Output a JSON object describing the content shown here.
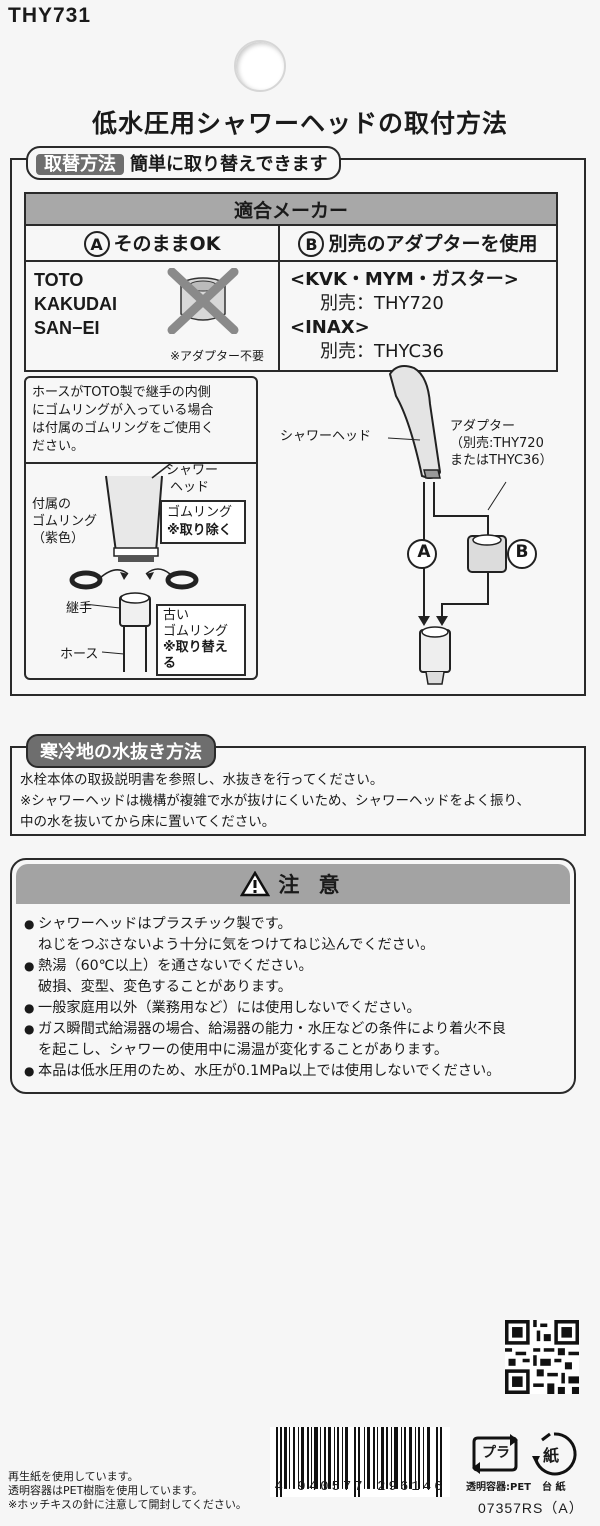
{
  "model": "THY731",
  "main_title": "低水圧用シャワーヘッドの取付方法",
  "section1": {
    "tab_label": "取替方法",
    "tab_sub": "簡単に取り替えできます",
    "maker_table": {
      "header": "適合メーカー",
      "col_a_letter": "A",
      "col_a_label": "そのままOK",
      "col_b_letter": "B",
      "col_b_label": "別売のアダプターを使用",
      "a_makers": [
        "TOTO",
        "KAKUDAI",
        "SAN−EI"
      ],
      "a_note": "※アダプター不要",
      "b_group1": "<KVK・MYM・ガスター>",
      "b_group1_sub": "別売：THY720",
      "b_group2": "<INAX>",
      "b_group2_sub": "別売：THYC36"
    },
    "left_diagram": {
      "note": "ホースがTOTO製で継手の内側にゴムリングが入っている場合は付属のゴムリングをご使用ください。",
      "note_lines": [
        "ホースがTOTO製で継手の内側",
        "にゴムリングが入っている場合",
        "は付属のゴムリングをご使用く",
        "ださい。"
      ],
      "shower_head_label_1": "シャワー",
      "shower_head_label_2": "ヘッド",
      "remove_callout_1": "ゴムリング",
      "remove_callout_2": "※取り除く",
      "included_ring_1": "付属の",
      "included_ring_2": "ゴムリング",
      "included_ring_3": "（紫色）",
      "joint_label": "継手",
      "hose_label": "ホース",
      "old_ring_1": "古い",
      "old_ring_2": "ゴムリング",
      "old_ring_3": "※取り替える"
    },
    "right_diagram": {
      "shower_head_label": "シャワーヘッド",
      "adapter_label_1": "アダプター",
      "adapter_label_2": "（別売:THY720",
      "adapter_label_3": "またはTHYC36）",
      "route_a": "A",
      "route_b": "B"
    }
  },
  "section2": {
    "tab_label": "寒冷地の水抜き方法",
    "line1": "水栓本体の取扱説明書を参照し、水抜きを行ってください。",
    "line2": "※シャワーヘッドは機構が複雑で水が抜けにくいため、シャワーヘッドをよく振り、",
    "line3": "中の水を抜いてから床に置いてください。"
  },
  "caution": {
    "title": "注 意",
    "items": [
      "シャワーヘッドはプラスチック製です。",
      "熱湯（60℃以上）を通さないでください。",
      "一般家庭用以外（業務用など）には使用しないでください。",
      "ガス瞬間式給湯器の場合、給湯器の能力・水圧などの条件により着火不良",
      "本品は低水圧用のため、水圧が0.1MPa以上では使用しないでください。"
    ],
    "item1_line2": "ねじをつぶさないよう十分に気をつけてねじ込んでください。",
    "item2_line2": "破損、変型、変色することがあります。",
    "item4_line2": "を起こし、シャワーの使用中に湯温が変化することがあります。"
  },
  "footer": {
    "note1": "再生紙を使用しています。",
    "note2": "透明容器はPET樹脂を使用しています。",
    "note3": "※ホッチキスの針に注意して開封してください。",
    "barcode_number": "4 940577 296146",
    "recycle_pla": "プラ",
    "recycle_pla_label": "透明容器:PET",
    "recycle_paper": "紙",
    "recycle_paper_label": "台 紙",
    "code": "07357RS（A）"
  },
  "colors": {
    "background": "#f6f6f6",
    "header_gray": "#a8a8a8",
    "ink": "#1a1a1a"
  }
}
